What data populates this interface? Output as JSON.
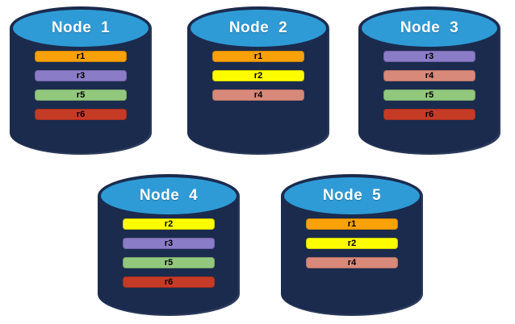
{
  "diagram": {
    "description": "Database nodes with replica distribution",
    "background": "#ffffff"
  },
  "colors": {
    "cylinder_body": "#1b2b4e",
    "cylinder_top": "#2e9bd6",
    "title_text": "#ffffff",
    "bar_text": "#000000"
  },
  "replica_colors": {
    "r1": "#f9a109",
    "r2": "#fdfd00",
    "r3": "#8b7cc8",
    "r4": "#d8897a",
    "r5": "#92c87e",
    "r6": "#c53b26"
  },
  "nodes": [
    {
      "name": "Node 1",
      "replicas": [
        "r1",
        "r3",
        "r5",
        "r6"
      ]
    },
    {
      "name": "Node 2",
      "replicas": [
        "r1",
        "r2",
        "r4"
      ]
    },
    {
      "name": "Node 3",
      "replicas": [
        "r3",
        "r4",
        "r5",
        "r6"
      ]
    },
    {
      "name": "Node 4",
      "replicas": [
        "r2",
        "r3",
        "r5",
        "r6"
      ]
    },
    {
      "name": "Node 5",
      "replicas": [
        "r1",
        "r2",
        "r4"
      ]
    }
  ]
}
